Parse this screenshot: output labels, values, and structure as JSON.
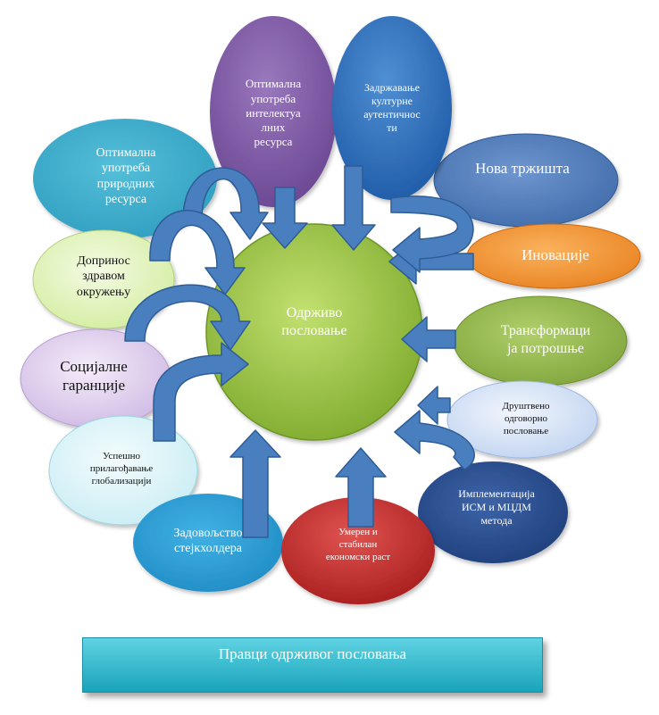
{
  "center": {
    "label": "Одрживо\nпословање"
  },
  "nodes": [
    {
      "id": "intellect",
      "label": "Оптимална\nупотреба\nинтелектуа\nлних\nресурса"
    },
    {
      "id": "culture",
      "label": "Задржавање\nкултурне\nаутентичнос\nти"
    },
    {
      "id": "natural",
      "label": "Оптимална\nупотреба\nприродних\nресурса"
    },
    {
      "id": "markets",
      "label": "Нова тржишта"
    },
    {
      "id": "health",
      "label": "Допринос\nздравом\nокружењу"
    },
    {
      "id": "innovation",
      "label": "Иновације"
    },
    {
      "id": "social",
      "label": "Социјалне\nгаранције"
    },
    {
      "id": "consumption",
      "label": "Трансформаци\nја потрошње"
    },
    {
      "id": "responsible",
      "label": "Друштвено\nодговорно\nпословање"
    },
    {
      "id": "globalization",
      "label": "Успешно\nприлагођавање\nглобализацији"
    },
    {
      "id": "methods",
      "label": "Имплементација\nИСМ и МЦДМ\nметода"
    },
    {
      "id": "stakeholders",
      "label": "Задовољство\nстејкхолдера"
    },
    {
      "id": "growth",
      "label": "Умерен и\nстабилан\nекономски раст"
    }
  ],
  "footer": {
    "title": "Правци одрживог пословања"
  }
}
